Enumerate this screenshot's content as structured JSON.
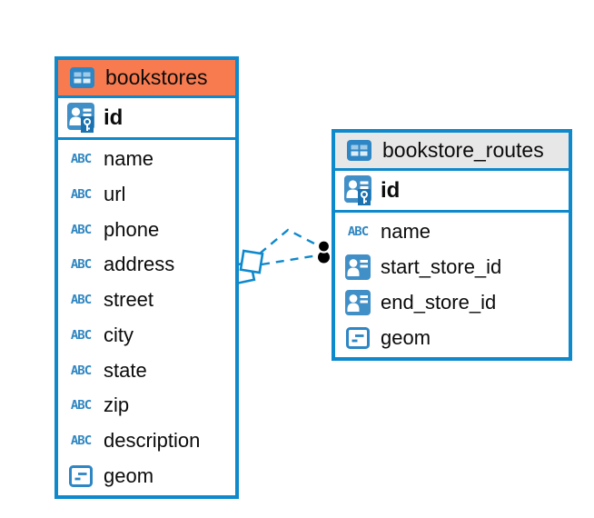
{
  "colors": {
    "table_border_blue": "#0E89CC",
    "bookstores_header_orange": "#F87B50",
    "routes_header_gray": "#E7E7E7",
    "icon_blue": "#3A8FC8",
    "icon_dark_blue": "#1A72B0",
    "connector_blue": "#0E89CC",
    "endpoint_black": "#000000",
    "text_color": "#0B0B0B",
    "background": "#FFFFFF"
  },
  "icons": {
    "table_icon": "grid-table",
    "primary_key_icon": "person-with-key",
    "reference_icon": "person-card",
    "geometry_icon": "rectangle-with-dashes",
    "text_type_label": "ABC",
    "relation_source_marker": "overlapping-squares",
    "relation_target_marker": "stacked-black-dots"
  },
  "diagram": {
    "tables": [
      {
        "name": "bookstores",
        "primary_key": "id",
        "columns": [
          {
            "name": "name",
            "type": "text"
          },
          {
            "name": "url",
            "type": "text"
          },
          {
            "name": "phone",
            "type": "text"
          },
          {
            "name": "address",
            "type": "text"
          },
          {
            "name": "street",
            "type": "text"
          },
          {
            "name": "city",
            "type": "text"
          },
          {
            "name": "state",
            "type": "text"
          },
          {
            "name": "zip",
            "type": "text"
          },
          {
            "name": "description",
            "type": "text"
          },
          {
            "name": "geom",
            "type": "geometry"
          }
        ]
      },
      {
        "name": "bookstore_routes",
        "primary_key": "id",
        "columns": [
          {
            "name": "name",
            "type": "text"
          },
          {
            "name": "start_store_id",
            "type": "reference"
          },
          {
            "name": "end_store_id",
            "type": "reference"
          },
          {
            "name": "geom",
            "type": "geometry"
          }
        ]
      }
    ],
    "relationships": {
      "count": 2,
      "style": "dashed",
      "between": [
        "bookstores",
        "bookstore_routes"
      ]
    }
  }
}
